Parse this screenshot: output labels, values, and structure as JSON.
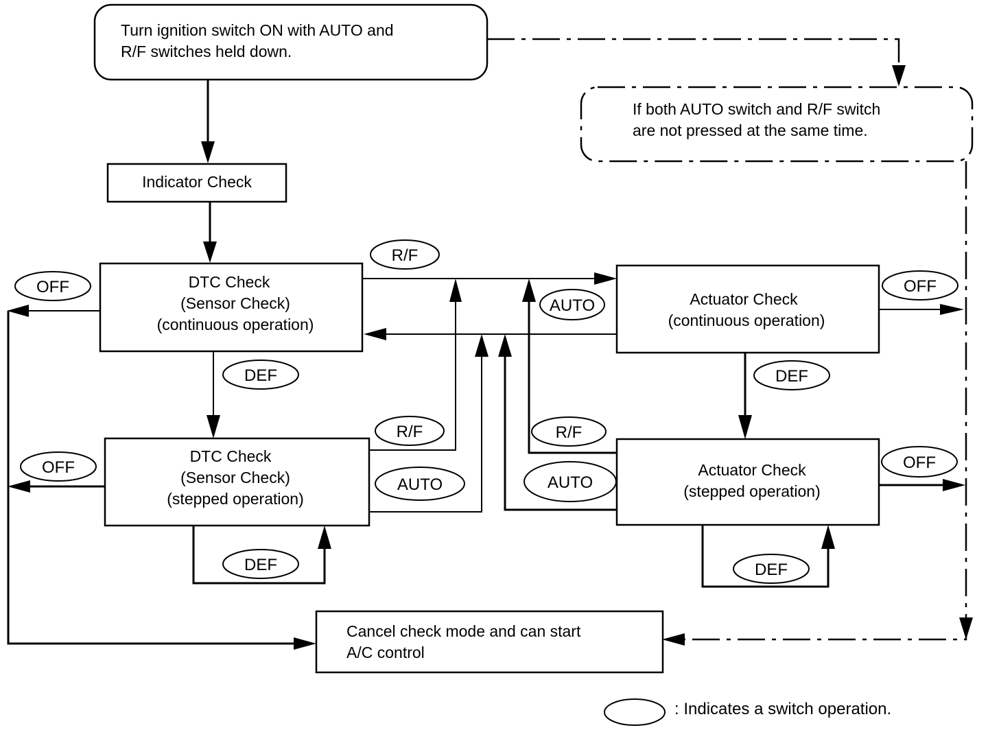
{
  "diagram": {
    "title": "A/C self-diagnosis check mode flow",
    "nodes": {
      "start": {
        "lines": [
          "Turn ignition switch ON with AUTO and",
          "R/F switches held down."
        ]
      },
      "not_pressed": {
        "lines": [
          "If both AUTO switch and R/F switch",
          "are not pressed at the same time."
        ]
      },
      "indicator_check": {
        "lines": [
          "Indicator Check"
        ]
      },
      "dtc_continuous": {
        "lines": [
          "DTC Check",
          "(Sensor Check)",
          "(continuous operation)"
        ]
      },
      "actuator_continuous": {
        "lines": [
          "Actuator Check",
          "(continuous operation)"
        ]
      },
      "dtc_stepped": {
        "lines": [
          "DTC Check",
          "(Sensor Check)",
          "(stepped operation)"
        ]
      },
      "actuator_stepped": {
        "lines": [
          "Actuator Check",
          "(stepped operation)"
        ]
      },
      "cancel": {
        "lines": [
          "Cancel check mode and can start",
          "A/C control"
        ]
      }
    },
    "switches": {
      "off_dtc_cont": "OFF",
      "rf_top": "R/F",
      "auto_top": "AUTO",
      "def_dtc_cont": "DEF",
      "off_act_cont": "OFF",
      "def_act_cont": "DEF",
      "off_dtc_step": "OFF",
      "rf_dtc_step": "R/F",
      "auto_dtc_step": "AUTO",
      "def_dtc_step_loop": "DEF",
      "rf_act_step": "R/F",
      "auto_act_step": "AUTO",
      "off_act_step": "OFF",
      "def_act_step_loop": "DEF"
    },
    "edges": [
      {
        "from": "start",
        "to": "indicator_check",
        "style": "solid"
      },
      {
        "from": "start",
        "to": "not_pressed",
        "style": "dash-dot"
      },
      {
        "from": "indicator_check",
        "to": "dtc_continuous",
        "style": "solid"
      },
      {
        "from": "dtc_continuous",
        "to": "actuator_continuous",
        "switch": "R/F",
        "style": "solid"
      },
      {
        "from": "actuator_continuous",
        "to": "dtc_continuous",
        "switch": "AUTO",
        "style": "solid"
      },
      {
        "from": "dtc_continuous",
        "to": "dtc_stepped",
        "switch": "DEF",
        "style": "solid"
      },
      {
        "from": "actuator_continuous",
        "to": "actuator_stepped",
        "switch": "DEF",
        "style": "solid"
      },
      {
        "from": "dtc_stepped",
        "to": "actuator_continuous",
        "switch": "R/F",
        "style": "solid"
      },
      {
        "from": "dtc_stepped",
        "to": "dtc_continuous",
        "switch": "AUTO",
        "style": "solid"
      },
      {
        "from": "actuator_stepped",
        "to": "actuator_continuous",
        "switch": "R/F",
        "style": "solid"
      },
      {
        "from": "actuator_stepped",
        "to": "dtc_continuous",
        "switch": "AUTO",
        "style": "solid"
      },
      {
        "from": "dtc_stepped",
        "to": "dtc_stepped",
        "switch": "DEF",
        "style": "solid"
      },
      {
        "from": "actuator_stepped",
        "to": "actuator_stepped",
        "switch": "DEF",
        "style": "solid"
      },
      {
        "from": "dtc_continuous",
        "to": "cancel",
        "switch": "OFF",
        "style": "solid"
      },
      {
        "from": "dtc_stepped",
        "to": "cancel",
        "switch": "OFF",
        "style": "solid"
      },
      {
        "from": "actuator_continuous",
        "to": "cancel",
        "switch": "OFF",
        "style": "dash-dot"
      },
      {
        "from": "actuator_stepped",
        "to": "cancel",
        "switch": "OFF",
        "style": "dash-dot"
      },
      {
        "from": "not_pressed",
        "to": "cancel",
        "style": "dash-dot"
      }
    ],
    "legend": {
      "text": ": Indicates a switch operation."
    }
  }
}
